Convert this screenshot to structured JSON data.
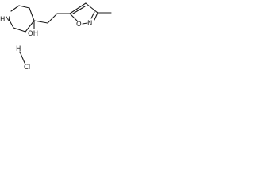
{
  "molecule": {
    "atoms": {
      "piperidine_nh": "HN",
      "hydroxyl": "OH",
      "isoxazole_n": "N",
      "isoxazole_o": "O",
      "hydrogen": "H",
      "chlorine": "Cl"
    }
  }
}
